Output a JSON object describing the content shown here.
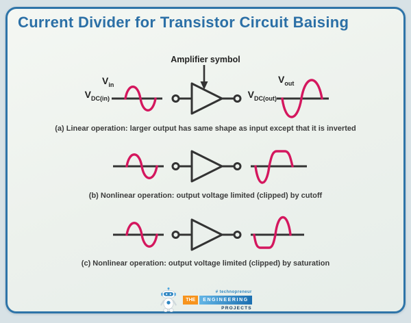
{
  "title": "Current Divider for Transistor Circuit Baising",
  "labels": {
    "amplifier": "Amplifier symbol",
    "v_in": {
      "base": "V",
      "sub": "in"
    },
    "v_dc_in": {
      "base": "V",
      "sub": "DC(in)"
    },
    "v_out": {
      "base": "V",
      "sub": "out"
    },
    "v_dc_out": {
      "base": "V",
      "sub": "DC(out)"
    }
  },
  "rows": [
    {
      "letter": "a",
      "input_wave": "sine-wave",
      "output_wave": "inverted-amplified-sine-wave",
      "caption": "(a) Linear operation: larger output has same shape as input except that it is inverted"
    },
    {
      "letter": "b",
      "input_wave": "sine-wave",
      "output_wave": "inverted-sine-clipped-top",
      "caption": "(b) Nonlinear operation: output voltage limited (clipped) by cutoff"
    },
    {
      "letter": "c",
      "input_wave": "sine-wave",
      "output_wave": "inverted-sine-clipped-bottom",
      "caption": "(c) Nonlinear operation: output voltage limited (clipped) by saturation"
    }
  ],
  "footer": {
    "tagline": "# technopreneur",
    "brand": {
      "the": "THE",
      "engineering": "ENGINEERING",
      "projects": "PROJECTS"
    }
  },
  "colors": {
    "accent_blue": "#2b6fa6",
    "border_blue": "#2e74a8",
    "wave_pink": "#d4175e",
    "stroke_dark": "#333333",
    "brand_orange": "#f7941e",
    "brand_blue": "#1f7ec2"
  }
}
